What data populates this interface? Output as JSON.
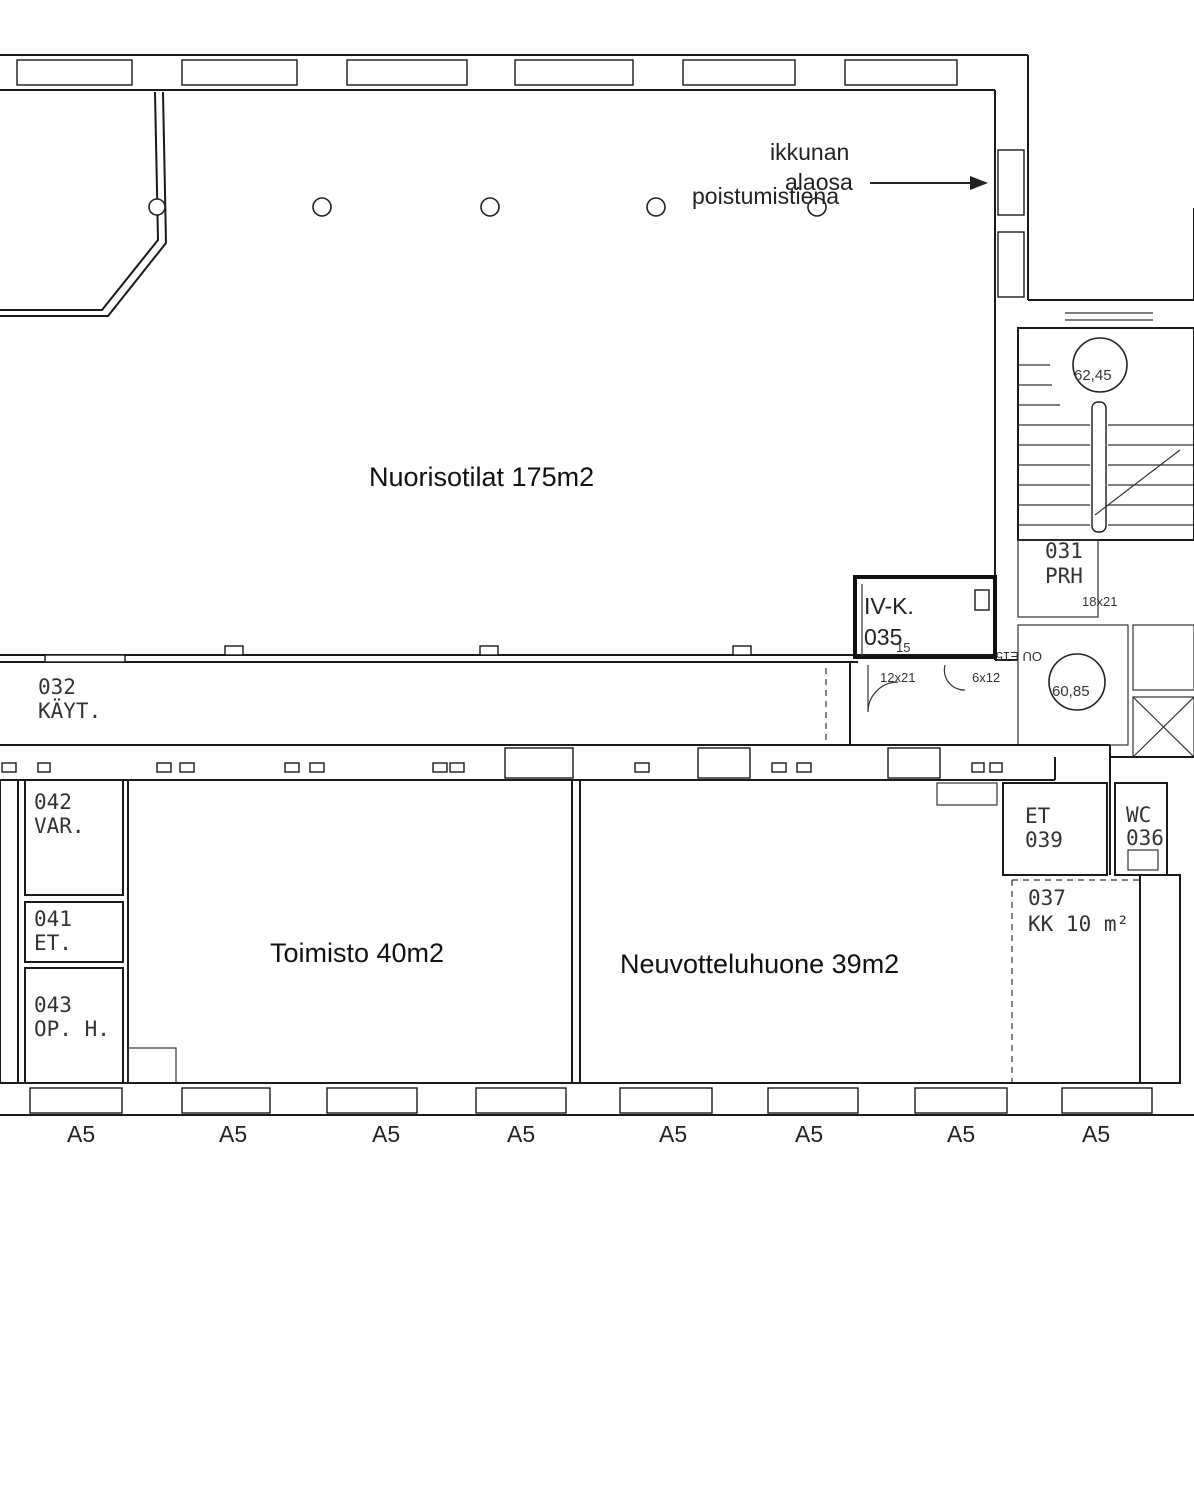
{
  "rooms": {
    "nuorisotilat": "Nuorisotilat 175m2",
    "toimisto": "Toimisto 40m2",
    "neuvotteluhuone": "Neuvotteluhuone 39m2",
    "kayt_num": "032",
    "kayt_name": "KÄYT.",
    "var_num": "042",
    "var_name": "VAR.",
    "et041_num": "041",
    "et041_name": "ET.",
    "oph_num": "043",
    "oph_name": "OP. H.",
    "ivk_name": "IV-K.",
    "ivk_num": "035",
    "prh_num": "031",
    "prh_name": "PRH",
    "et039_name": "ET",
    "et039_num": "039",
    "wc_name": "WC",
    "wc_num": "036",
    "kk_num": "037",
    "kk_name": "KK 10 m²"
  },
  "annotations": {
    "exit_line1": "ikkunan",
    "exit_line2": "alaosa",
    "exit_line3": "poistumistiena",
    "level_upper": "62,45",
    "level_lower": "60,85",
    "door_18x21": "18x21",
    "door_12x21": "12x21",
    "door_6x12": "6x12",
    "mirrored_code": "OU E15",
    "small_15": "15"
  },
  "window_labels": [
    "A5",
    "A5",
    "A5",
    "A5",
    "A5",
    "A5",
    "A5",
    "A5"
  ]
}
